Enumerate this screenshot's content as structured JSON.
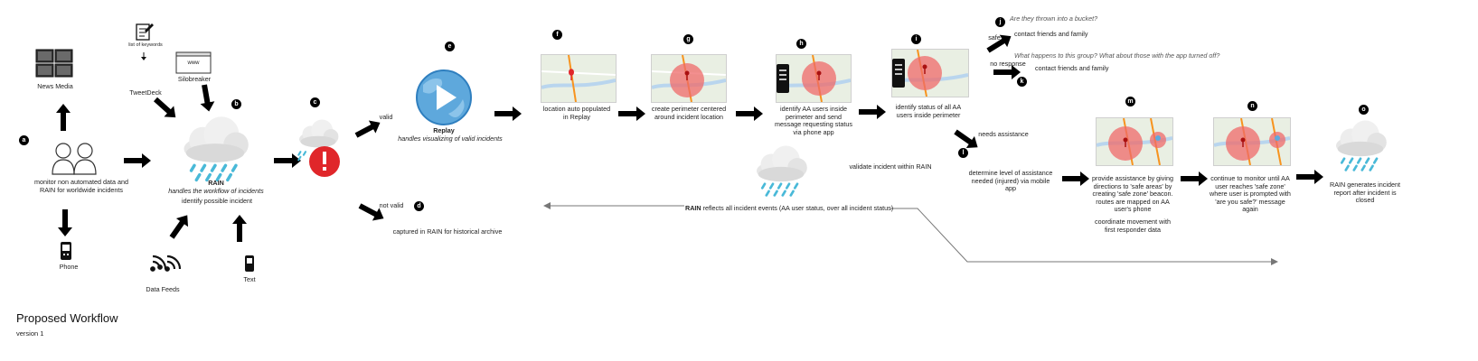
{
  "labels": {
    "news_media": "News Media",
    "monitor": "monitor non automated data and RAIN for worldwide incidents",
    "phone": "Phone",
    "list_keywords": "list of keywords",
    "tweetdeck": "TweetDeck",
    "www": "www",
    "silobreaker": "Silobreaker",
    "rain_title": "RAIN",
    "rain_subtitle": "handles the workflow of incidents",
    "identify_incident": "identify possible incident",
    "data_feeds": "Data Feeds",
    "text": "Text",
    "valid": "valid",
    "not_valid": "not valid",
    "captured": "captured in RAIN for historical archive",
    "replay_title": "Replay",
    "replay_subtitle": "handles visualizing of valid incidents",
    "f_text": "location auto populated in Replay",
    "g_text": "create perimeter centered around incident location",
    "h_text": "identify AA users inside perimeter and send message requesting status via phone app",
    "i_text": "identify status of all AA users inside perimeter",
    "safe": "safe",
    "j_q": "Are they thrown into a bucket?",
    "j_text": "contact friends and family",
    "no_response": "no response",
    "k_q": "What happens to this group?  What about those with the app turned off?",
    "k_text": "contact friends and family",
    "needs_assistance": "needs assistance",
    "validate": "validate incident within RAIN",
    "l_text": "determine level of assistance needed (injured) via mobile app",
    "m_text": "provide assistance by giving directions to 'safe areas' by creating 'safe zone' beacon. routes are mapped on AA user's phone",
    "m_text2": "coordinate movement with first responder data",
    "n_text": "continue to monitor until AA user reaches 'safe zone' where user is prompted with 'are you safe?' message again",
    "o_text": "RAIN generates incident report after incident is closed",
    "rain_reflects_bold": "RAIN",
    "rain_reflects": " reflects all incident events (AA user status, over all incident status)",
    "title": "Proposed Workflow",
    "version": "version 1"
  },
  "badges": {
    "a": "a",
    "b": "b",
    "c": "c",
    "d": "d",
    "e": "e",
    "f": "f",
    "g": "g",
    "h": "h",
    "i": "i",
    "j": "j",
    "k": "k",
    "l": "l",
    "m": "m",
    "n": "n",
    "o": "o"
  },
  "colors": {
    "arrow": "#000000",
    "alert": "#e0262a",
    "rain_drop": "#49b9d8",
    "perimeter": "#ef6a6a",
    "road": "#f7931e"
  }
}
